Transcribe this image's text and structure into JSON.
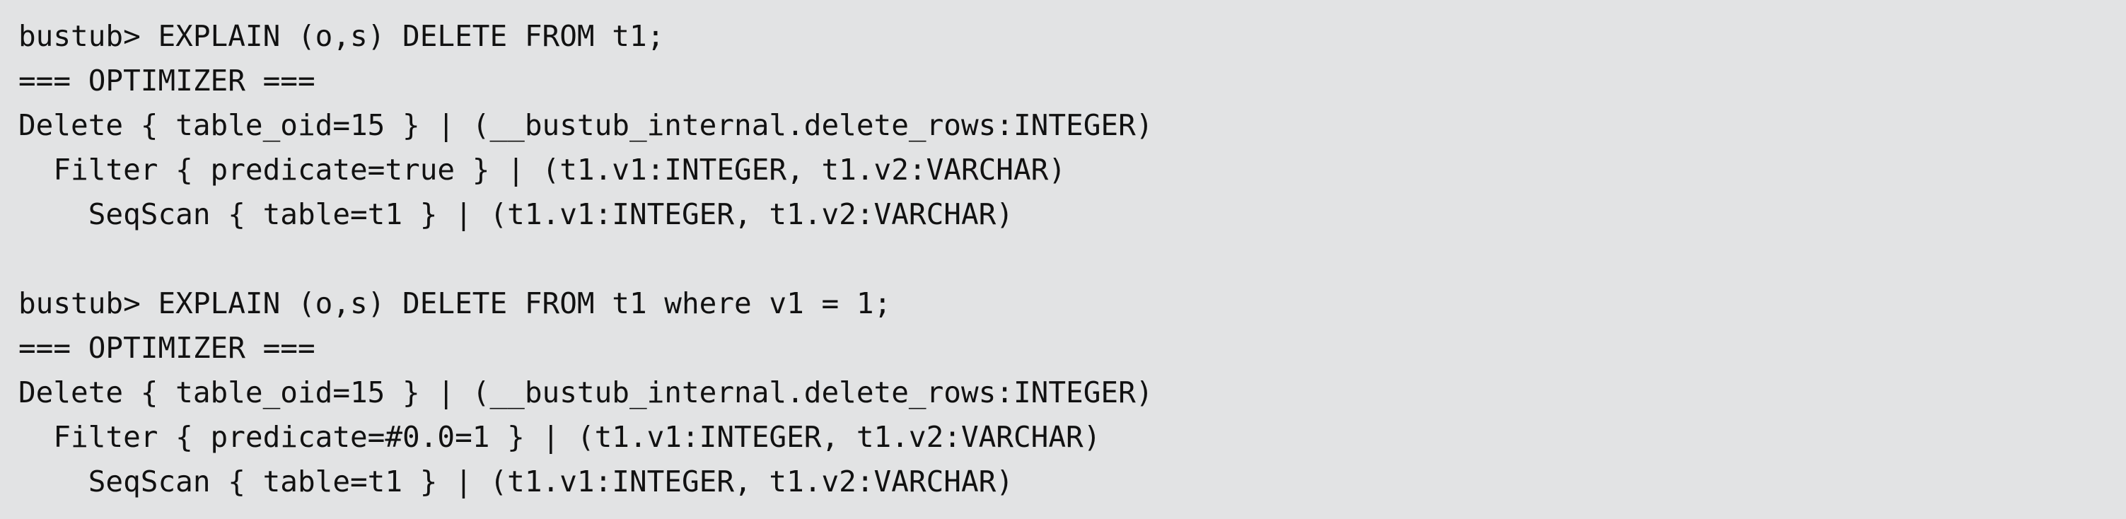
{
  "terminal": {
    "lines": [
      "bustub> EXPLAIN (o,s) DELETE FROM t1;",
      "=== OPTIMIZER ===",
      "Delete { table_oid=15 } | (__bustub_internal.delete_rows:INTEGER)",
      "  Filter { predicate=true } | (t1.v1:INTEGER, t1.v2:VARCHAR)",
      "    SeqScan { table=t1 } | (t1.v1:INTEGER, t1.v2:VARCHAR)",
      "",
      "bustub> EXPLAIN (o,s) DELETE FROM t1 where v1 = 1;",
      "=== OPTIMIZER ===",
      "Delete { table_oid=15 } | (__bustub_internal.delete_rows:INTEGER)",
      "  Filter { predicate=#0.0=1 } | (t1.v1:INTEGER, t1.v2:VARCHAR)",
      "    SeqScan { table=t1 } | (t1.v1:INTEGER, t1.v2:VARCHAR)"
    ]
  }
}
